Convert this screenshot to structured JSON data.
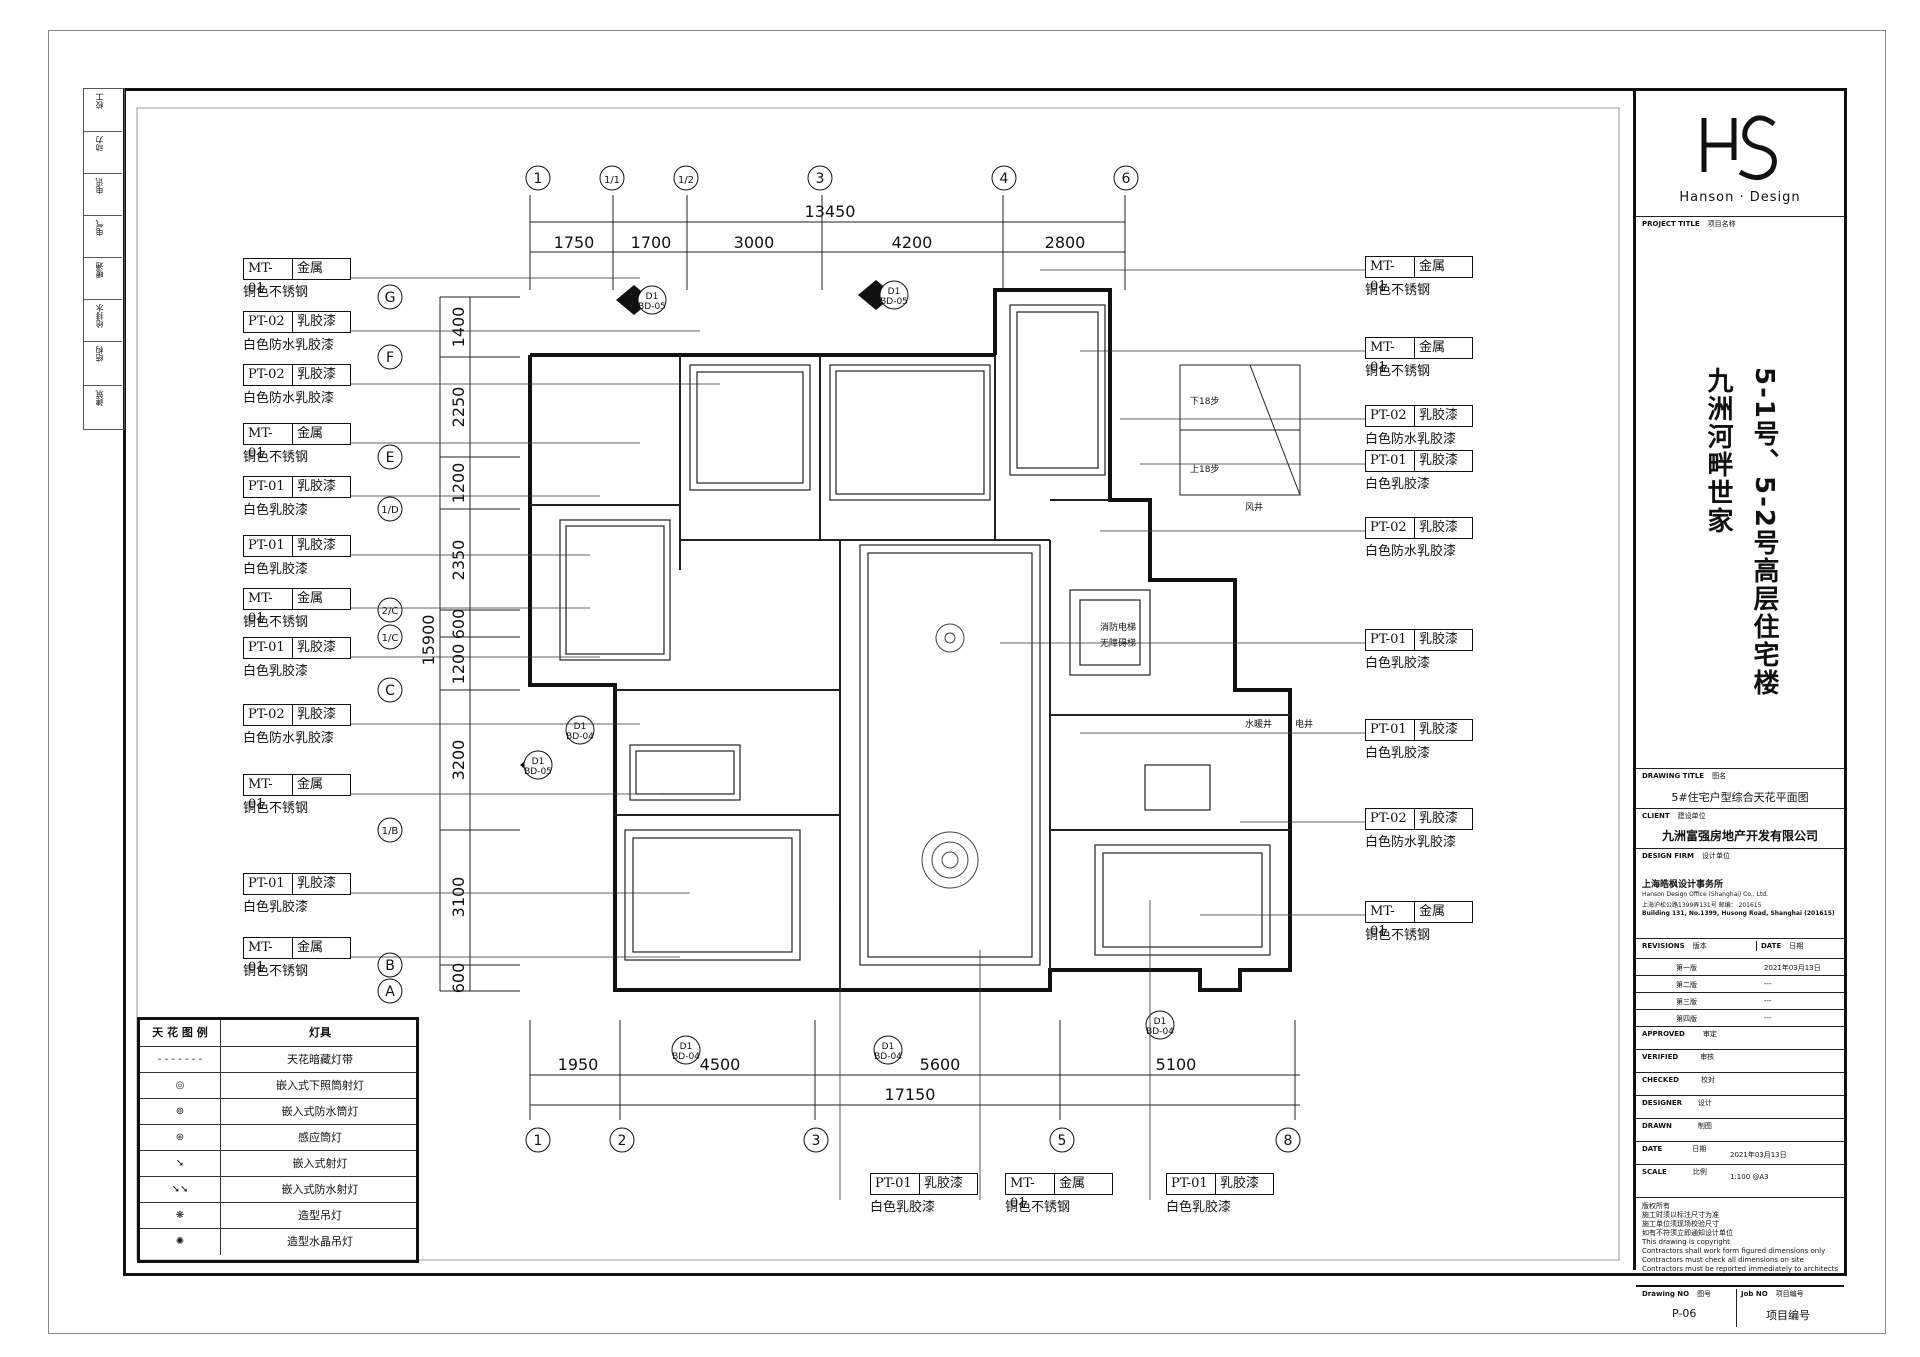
{
  "titleblock": {
    "logo_text": "Hanson · Design",
    "project_title_label": "PROJECT TITLE",
    "project_title_cn": "项目名称",
    "project_name": "九洲河畔世家",
    "project_subname": "5-1号、5-2号高层住宅楼",
    "drawing_title_label": "DRAWING TITLE",
    "drawing_title_cn": "图名",
    "drawing_title": "5#住宅户型综合天花平面图",
    "client_label": "CLIENT",
    "client_cn": "建设单位",
    "client": "九洲富强房地产开发有限公司",
    "design_firm_label": "DESIGN FIRM",
    "design_firm_cn": "设计单位",
    "firm_name_cn": "上海皓枫设计事务所",
    "firm_name_en": "Hanson Design Office (Shanghai) Co., Ltd.",
    "firm_address_cn": "上海沪松公路1399弄131号  邮编：  201615",
    "firm_address_en": "Building 131, No.1399, Husong Road,  Shanghai (201615)",
    "revisions_label": "REVISIONS",
    "revisions_cn": "版本",
    "date_label": "DATE",
    "date_cn": "日期",
    "revisions": [
      {
        "name": "第一版",
        "date": "2021年03月13日"
      },
      {
        "name": "第二版",
        "date": "---"
      },
      {
        "name": "第三版",
        "date": "---"
      },
      {
        "name": "第四版",
        "date": "---"
      }
    ],
    "approved_label": "APPROVED",
    "approved_cn": "审定",
    "verified_label": "VERIFIED",
    "verified_cn": "审核",
    "checked_label": "CHECKED",
    "checked_cn": "校对",
    "designer_label": "DESIGNER",
    "designer_cn": "设计",
    "drawn_label": "DRAWN",
    "drawn_cn": "制图",
    "date2_label": "DATE",
    "date2_cn": "日期",
    "date2_value": "2021年03月13日",
    "scale_label": "SCALE",
    "scale_cn": "比例",
    "scale_value": "1:100  @A3",
    "notes": [
      "版权所有",
      "施工时须以标注尺寸为准",
      "施工单位须现场校验尺寸",
      "如有不符须立即通知设计单位",
      "This drawing is copyright",
      "Contractors shall work form figured dimensions only",
      "Contractors must check all dimensions on site",
      "Contractors must be reported immediately to architects"
    ],
    "drawing_no_label": "Drawing NO",
    "drawing_no_cn": "图号",
    "drawing_no": "P-06",
    "job_no_label": "Job NO",
    "job_no_cn": "项目编号",
    "job_no": "项目编号"
  },
  "side_strip": [
    "校工",
    "动力",
    "电讯",
    "电气",
    "暖通",
    "给排水",
    "结构",
    "建筑"
  ],
  "grid": {
    "top_axes": [
      "1",
      "1/1",
      "1/2",
      "3",
      "4",
      "6"
    ],
    "bottom_axes": [
      "1",
      "2",
      "3",
      "5",
      "8"
    ],
    "left_axes": [
      "G",
      "F",
      "E",
      "1/D",
      "2/C",
      "1/C",
      "C",
      "1/B",
      "B",
      "A"
    ],
    "top_total": "13450",
    "top_dims": [
      "1750",
      "1700",
      "3000",
      "4200",
      "2800"
    ],
    "left_total": "15900",
    "left_dims": [
      "1400",
      "2250",
      "1200",
      "2350",
      "600",
      "1200",
      "3200",
      "3100",
      "600"
    ],
    "bottom_dims": [
      "1950",
      "4500",
      "5600",
      "5100"
    ],
    "bottom_total": "17150"
  },
  "callouts_left": [
    {
      "code": "MT-01",
      "mat": "金属",
      "desc": "铜色不锈钢"
    },
    {
      "code": "PT-02",
      "mat": "乳胶漆",
      "desc": "白色防水乳胶漆"
    },
    {
      "code": "PT-02",
      "mat": "乳胶漆",
      "desc": "白色防水乳胶漆"
    },
    {
      "code": "MT-01",
      "mat": "金属",
      "desc": "铜色不锈钢"
    },
    {
      "code": "PT-01",
      "mat": "乳胶漆",
      "desc": "白色乳胶漆"
    },
    {
      "code": "PT-01",
      "mat": "乳胶漆",
      "desc": "白色乳胶漆"
    },
    {
      "code": "MT-01",
      "mat": "金属",
      "desc": "铜色不锈钢"
    },
    {
      "code": "PT-01",
      "mat": "乳胶漆",
      "desc": "白色乳胶漆"
    },
    {
      "code": "PT-02",
      "mat": "乳胶漆",
      "desc": "白色防水乳胶漆"
    },
    {
      "code": "MT-01",
      "mat": "金属",
      "desc": "铜色不锈钢"
    },
    {
      "code": "PT-01",
      "mat": "乳胶漆",
      "desc": "白色乳胶漆"
    },
    {
      "code": "MT-01",
      "mat": "金属",
      "desc": "铜色不锈钢"
    }
  ],
  "callouts_right": [
    {
      "code": "MT-01",
      "mat": "金属",
      "desc": "铜色不锈钢"
    },
    {
      "code": "MT-01",
      "mat": "金属",
      "desc": "铜色不锈钢"
    },
    {
      "code": "PT-02",
      "mat": "乳胶漆",
      "desc": "白色防水乳胶漆"
    },
    {
      "code": "PT-01",
      "mat": "乳胶漆",
      "desc": "白色乳胶漆"
    },
    {
      "code": "PT-02",
      "mat": "乳胶漆",
      "desc": "白色防水乳胶漆"
    },
    {
      "code": "PT-01",
      "mat": "乳胶漆",
      "desc": "白色乳胶漆"
    },
    {
      "code": "PT-01",
      "mat": "乳胶漆",
      "desc": "白色乳胶漆"
    },
    {
      "code": "PT-02",
      "mat": "乳胶漆",
      "desc": "白色防水乳胶漆"
    },
    {
      "code": "MT-01",
      "mat": "金属",
      "desc": "铜色不锈钢"
    }
  ],
  "callouts_bottom": [
    {
      "code": "PT-01",
      "mat": "乳胶漆",
      "desc": "白色乳胶漆"
    },
    {
      "code": "MT-01",
      "mat": "金属",
      "desc": "铜色不锈钢"
    },
    {
      "code": "PT-01",
      "mat": "乳胶漆",
      "desc": "白色乳胶漆"
    }
  ],
  "section_marks": [
    {
      "top": "D1",
      "bottom": "BD-05"
    },
    {
      "top": "D1",
      "bottom": "BD-05"
    },
    {
      "top": "D1",
      "bottom": "BD-04"
    },
    {
      "top": "D1",
      "bottom": "BD-05"
    },
    {
      "top": "D1",
      "bottom": "BD-04"
    },
    {
      "top": "D1",
      "bottom": "BD-04"
    },
    {
      "top": "D1",
      "bottom": "BD-04"
    }
  ],
  "plan_labels": {
    "fire_elevator": "消防电梯",
    "accessible_elevator": "无障碍梯",
    "water_well": "水暖井",
    "elec_well": "电井",
    "air_shaft": "风井",
    "down_18": "下18步",
    "up_18": "上18步"
  },
  "legend": {
    "header_symbol": "天 花 图 例",
    "header_name": "灯具",
    "items": [
      {
        "symbol": "- - - - - - -",
        "name": "天花暗藏灯带"
      },
      {
        "symbol": "◎",
        "name": "嵌入式下照筒射灯"
      },
      {
        "symbol": "⊚",
        "name": "嵌入式防水筒灯"
      },
      {
        "symbol": "⊛",
        "name": "感应筒灯"
      },
      {
        "symbol": "➘",
        "name": "嵌入式射灯"
      },
      {
        "symbol": "➘➘",
        "name": "嵌入式防水射灯"
      },
      {
        "symbol": "❋",
        "name": "造型吊灯"
      },
      {
        "symbol": "✺",
        "name": "造型水晶吊灯"
      }
    ]
  }
}
